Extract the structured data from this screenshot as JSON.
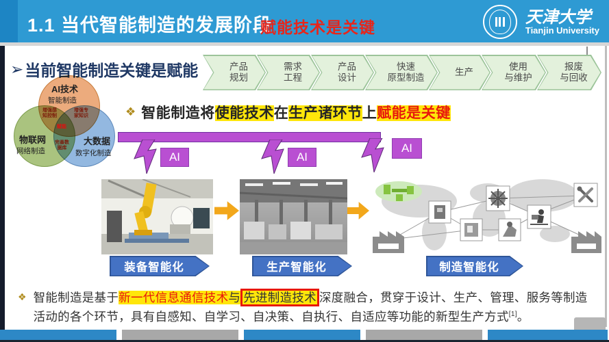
{
  "header": {
    "title": "1.1 当代智能制造的发展阶段",
    "emphasis": "赋能技术是关键",
    "university_cn": "天津大学",
    "university_en": "Tianjin University"
  },
  "slide": {
    "heading_bullet": "➢",
    "heading": "当前智能制造关键是赋能",
    "process": [
      {
        "l1": "产品",
        "l2": "规划"
      },
      {
        "l1": "需求",
        "l2": "工程"
      },
      {
        "l1": "产品",
        "l2": "设计"
      },
      {
        "l1": "快速",
        "l2": "原型制造"
      },
      {
        "l1": "生产",
        "l2": ""
      },
      {
        "l1": "使用",
        "l2": "与维护"
      },
      {
        "l1": "报废",
        "l2": "与回收"
      }
    ],
    "venn": {
      "ai_title": "AI技术",
      "ai_sub": "智能制造",
      "iot_title": "物联网",
      "iot_sub": "网络制造",
      "bd_title": "大数据",
      "bd_sub": "数字化制造",
      "overlap_left_1": "增强感",
      "overlap_left_2": "知控制",
      "overlap_right_1": "增强专",
      "overlap_right_2": "家知识",
      "overlap_bottom_1": "完善数",
      "overlap_bottom_2": "据库",
      "center": "赋能"
    },
    "key_line": {
      "bullet": "❖",
      "pre": "智能制造将",
      "hl1": "使能技术",
      "mid1": "在",
      "hl2": "生产诸环节",
      "mid2": "上",
      "hl3": "赋能是关键"
    },
    "ai_labels": [
      "AI",
      "AI",
      "AI"
    ],
    "banners": [
      "装备智能化",
      "生产智能化",
      "制造智能化"
    ],
    "paragraph": {
      "bullet": "❖",
      "p1": "智能制造是基于",
      "p2": "新一代信息通信技术",
      "p3": "与",
      "p4": "先进制造技术",
      "p5": "深度融合，贯穿于设计、生产、管理、服务等制造",
      "p6": "活动的各个环节，具有自感知、自学习、自决策、自执行、自适应等功能的新型生产方式",
      "cite": "[1]",
      "p7": "。"
    }
  },
  "colors": {
    "header_blue": "#2e9ad3",
    "emphasis_red": "#e8251a",
    "heading_navy": "#1f3864",
    "highlight_yellow": "#ffe60a",
    "purple": "#b94fd2",
    "banner_blue": "#4472c4",
    "chevron_green": "#e3f1dc",
    "strip_blue": "#2d88c6",
    "strip_gray": "#a8a8a8"
  },
  "icons": {
    "heading_bullet": "arrowhead ➢",
    "diamond_bullet": "❖",
    "lightning": "purple bolt shape",
    "flow_arrow": "orange right arrow",
    "seal": "Tianjin University round seal"
  }
}
